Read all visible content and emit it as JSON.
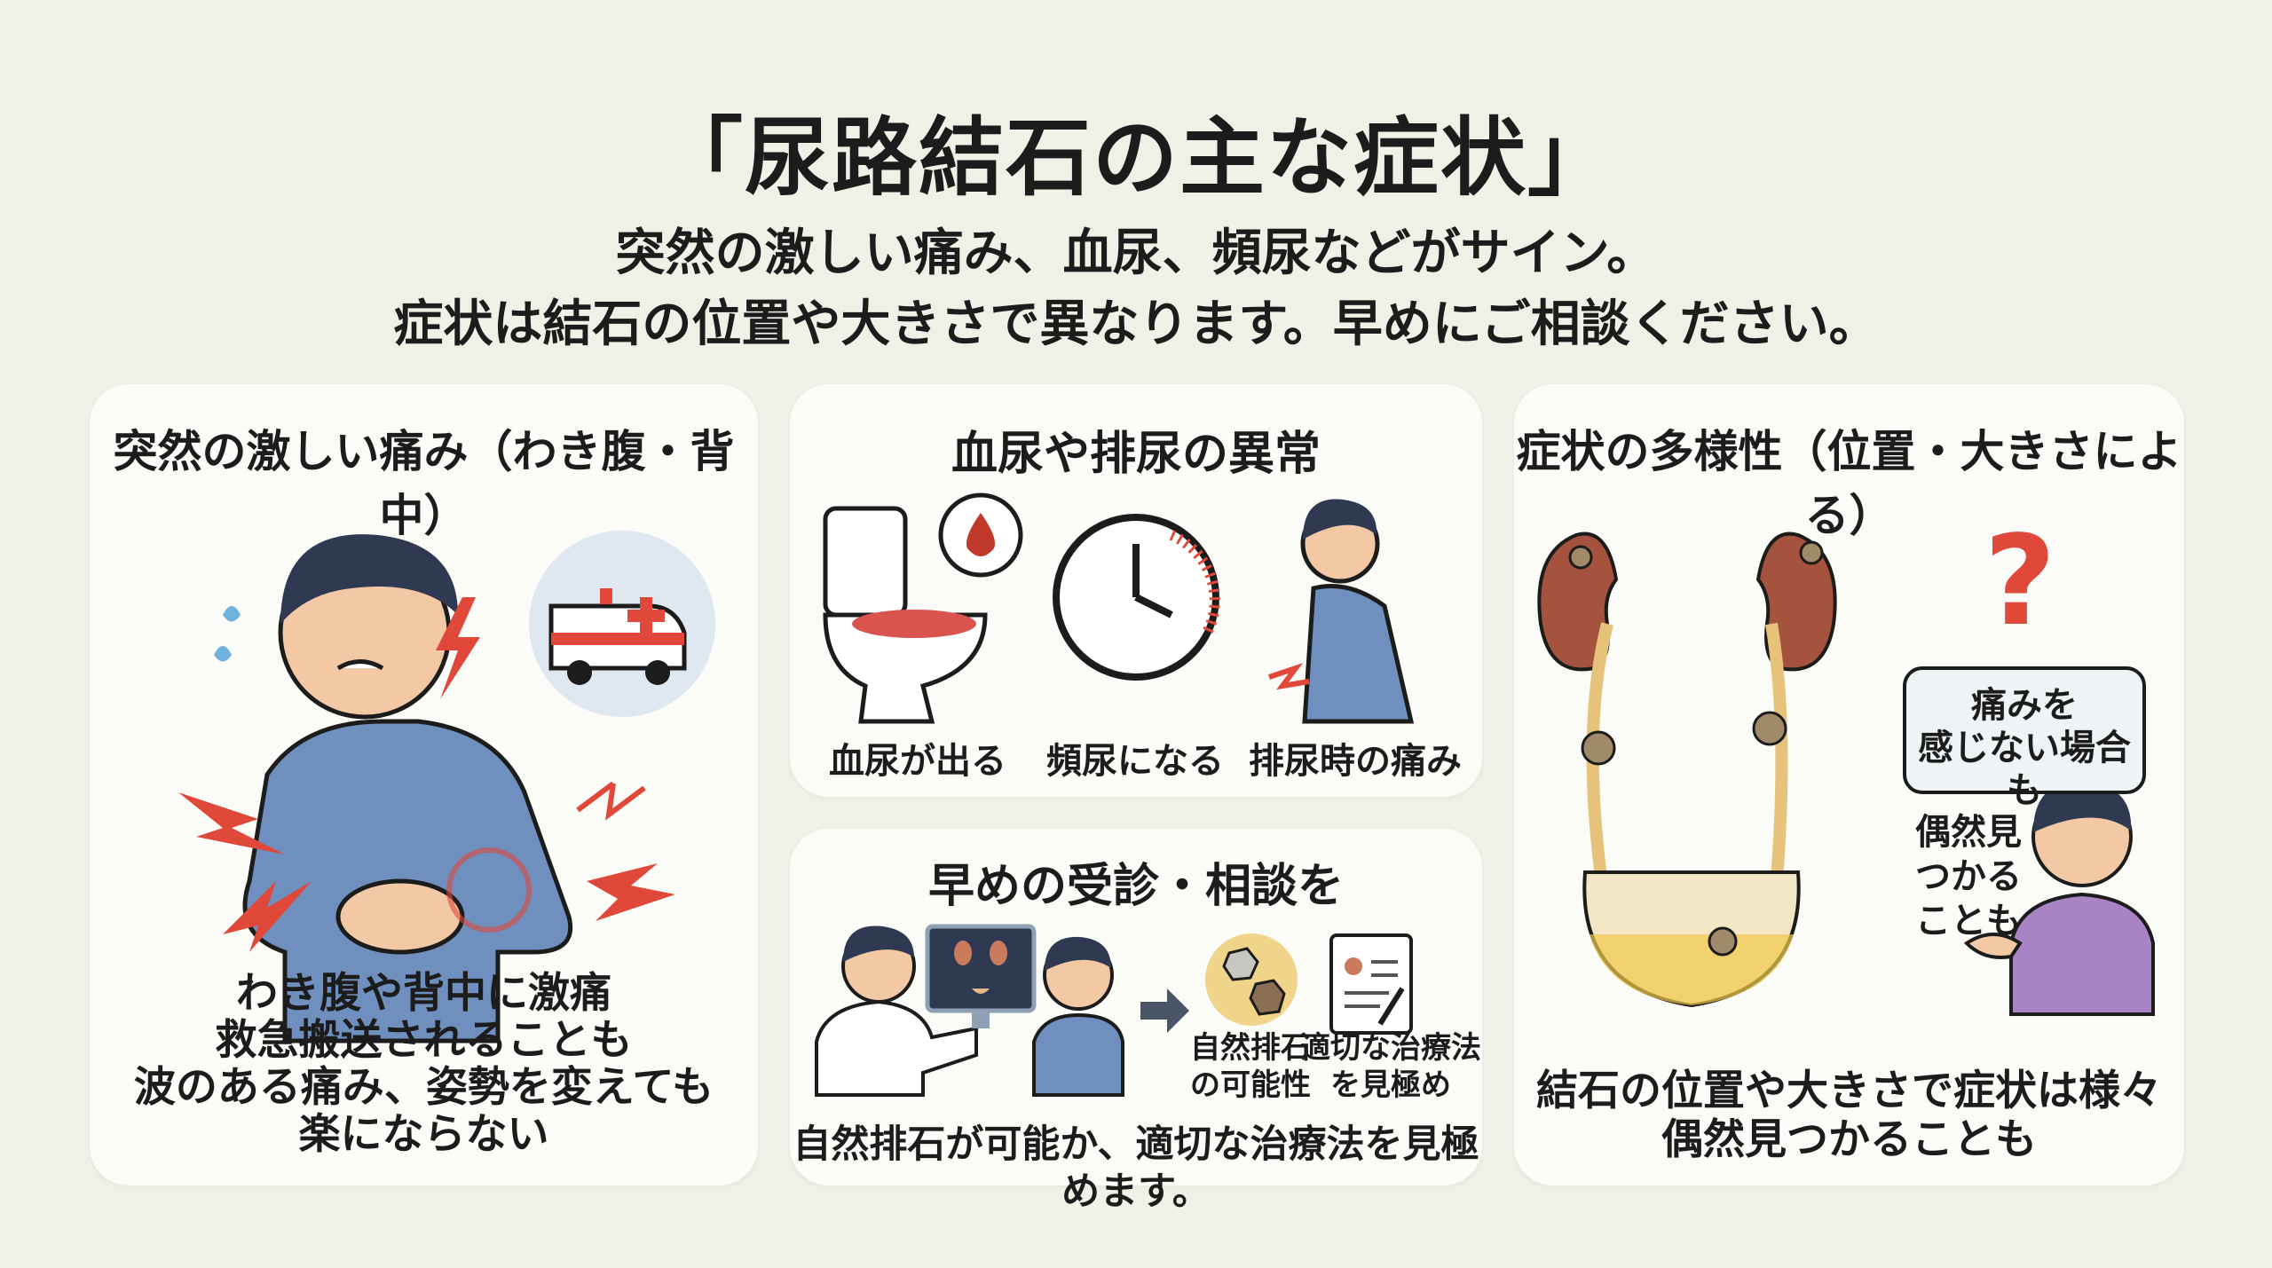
{
  "title": "「尿路結石の主な症状」",
  "subtitle": [
    "突然の激しい痛み、血尿、頻尿などがサイン。",
    "症状は結石の位置や大きさで異なります。早めにご相談ください。"
  ],
  "panels": {
    "pain": {
      "heading": "突然の激しい痛み（わき腹・背中）",
      "lines": [
        "わき腹や背中に激痛",
        "救急搬送されることも",
        "波のある痛み、姿勢を変えても",
        "楽にならない"
      ]
    },
    "urine": {
      "heading": "血尿や排尿の異常",
      "items": [
        "血尿が出る",
        "頻尿になる",
        "排尿時の痛み"
      ]
    },
    "consult": {
      "heading": "早めの受診・相談を",
      "items": [
        [
          "自然排石",
          "の可能性"
        ],
        [
          "適切な治療法",
          "を見極め"
        ]
      ],
      "footer": "自然排石が可能か、適切な治療法を見極めます。"
    },
    "variety": {
      "heading": "症状の多様性（位置・大きさによる）",
      "bubble": [
        "痛みを",
        "感じない場合も"
      ],
      "side_note": [
        "偶然見",
        "つかる",
        "ことも"
      ],
      "lines": [
        "結石の位置や大きさで症状は様々",
        "偶然見つかることも"
      ]
    }
  },
  "colors": {
    "background": "#f1f0e7",
    "panel": "#fbfbf8",
    "shirt": "#6f8fbf",
    "pain": "#e0483a",
    "kidney": "#a5523f",
    "stone": "#c9a36a"
  }
}
